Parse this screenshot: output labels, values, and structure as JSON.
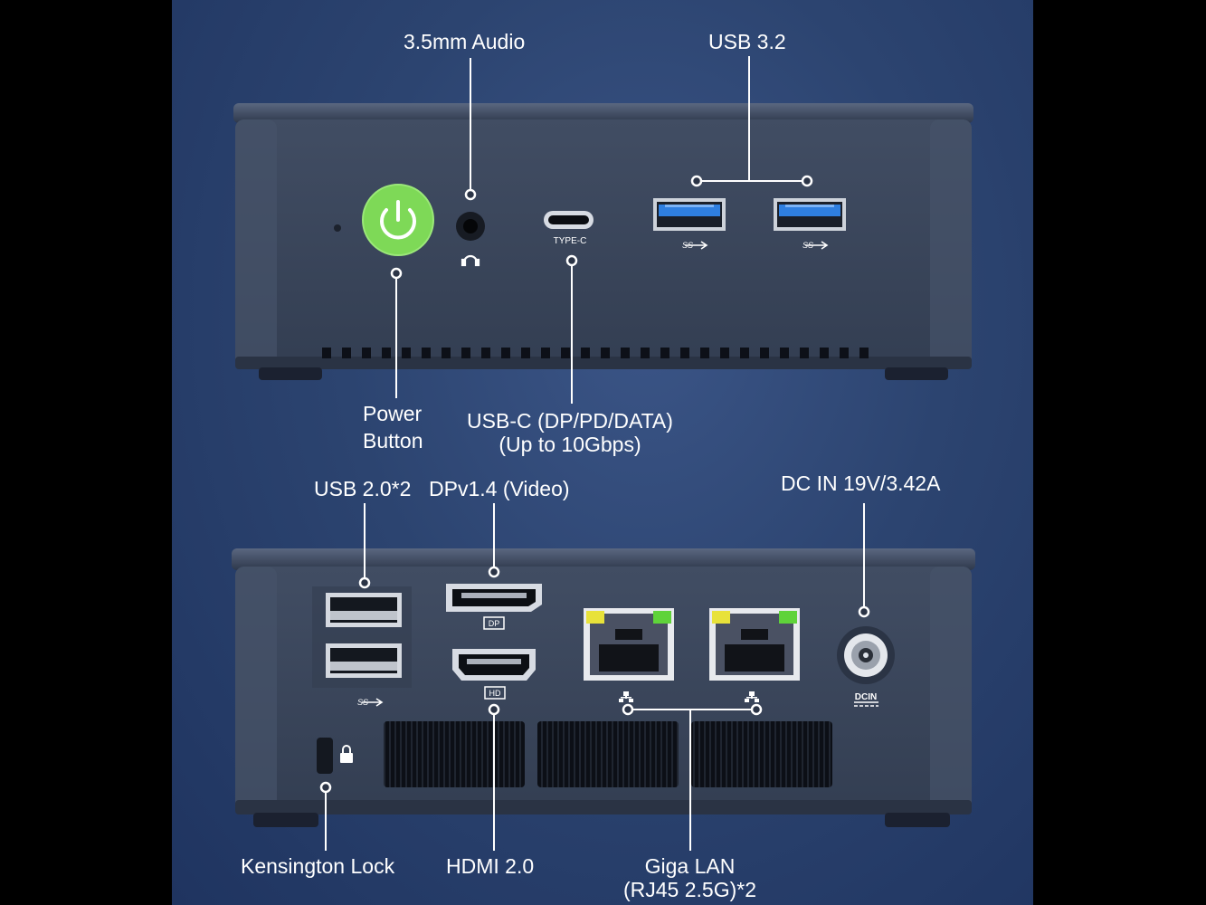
{
  "front": {
    "audio": "3.5mm Audio",
    "usb32": "USB 3.2",
    "power_line1": "Power",
    "power_line2": "Button",
    "usbc_line1": "USB-C (DP/PD/DATA)",
    "usbc_line2": "(Up to 10Gbps)",
    "typec_marking": "TYPE-C"
  },
  "rear": {
    "usb20": "USB 2.0*2",
    "dp": "DPv1.4 (Video)",
    "dcin": "DC IN 19V/3.42A",
    "kensington": "Kensington Lock",
    "hdmi": "HDMI 2.0",
    "lan_line1": "Giga LAN",
    "lan_line2": "(RJ45 2.5G)*2",
    "dp_marking": "DP",
    "hd_marking": "HD",
    "dcin_marking": "DCIN"
  },
  "colors": {
    "background": "#2c4470",
    "chassis": "#3a465c",
    "power_button": "#7ed957",
    "usb3_blue": "#2f7fe0",
    "led_yellow": "#e8e23a",
    "led_green": "#5fd33a"
  },
  "icons": [
    "power-icon",
    "headset-icon",
    "superspeed-usb-icon",
    "usb-icon",
    "lan-icon",
    "lock-icon"
  ]
}
